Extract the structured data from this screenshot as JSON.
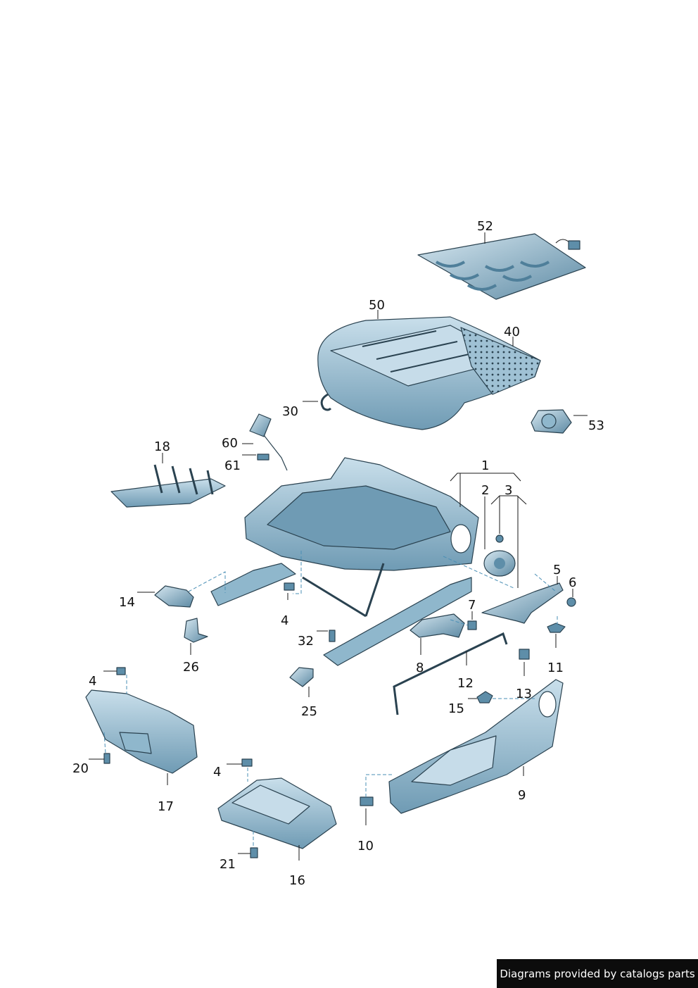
{
  "diagram": {
    "labels": [
      "52",
      "50",
      "40",
      "30",
      "53",
      "60",
      "61",
      "18",
      "1",
      "2",
      "3",
      "5",
      "6",
      "14",
      "4",
      "7",
      "32",
      "26",
      "11",
      "8",
      "12",
      "13",
      "15",
      "25",
      "4",
      "20",
      "17",
      "4",
      "9",
      "10",
      "21",
      "16"
    ],
    "colors": {
      "part_fill": "#b9d4e3",
      "part_dark": "#5e8ea9",
      "part_mid": "#8fb7cc",
      "outline": "#2a4250",
      "dash": "#4a8fb5"
    }
  },
  "footer": {
    "credit": "Diagrams provided by catalogs parts"
  }
}
